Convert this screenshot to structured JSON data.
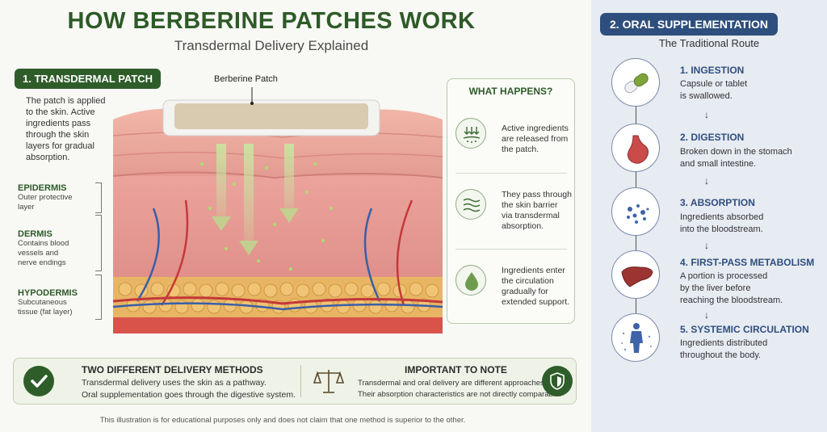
{
  "title": "HOW BERBERINE PATCHES WORK",
  "subtitle": "Transdermal Delivery Explained",
  "transdermal": {
    "badge": "1. TRANSDERMAL PATCH",
    "description": [
      "The patch is applied",
      "to the skin. Active",
      "ingredients pass",
      "through the skin",
      "layers for gradual",
      "absorption."
    ],
    "patch_label": "Berberine Patch",
    "layers": [
      {
        "name": "EPIDERMIS",
        "desc": [
          "Outer protective",
          "layer"
        ]
      },
      {
        "name": "DERMIS",
        "desc": [
          "Contains blood",
          "vessels and",
          "nerve endings"
        ]
      },
      {
        "name": "HYPODERMIS",
        "desc": [
          "Subcutaneous",
          "tissue (fat layer)"
        ]
      }
    ]
  },
  "what_happens": {
    "title": "WHAT HAPPENS?",
    "items": [
      {
        "icon": "release-arrows-icon",
        "text": [
          "Active ingredients",
          "are released from",
          "the patch."
        ]
      },
      {
        "icon": "skin-barrier-waves-icon",
        "text": [
          "They pass through",
          "the skin barrier",
          "via transdermal",
          "absorption."
        ]
      },
      {
        "icon": "drop-icon",
        "text": [
          "Ingredients enter",
          "the circulation",
          "gradually for",
          "extended support."
        ]
      }
    ]
  },
  "bottom": {
    "left_title": "TWO DIFFERENT DELIVERY METHODS",
    "left_lines": [
      "Transdermal delivery uses the skin as a pathway.",
      "Oral supplementation goes through the digestive system."
    ],
    "right_title": "IMPORTANT TO NOTE",
    "right_lines": [
      "Transdermal and oral delivery are different approaches.",
      "Their absorption characteristics are not directly comparable."
    ]
  },
  "disclaimer": "This illustration is for educational purposes only and does not claim that one method is superior to the other.",
  "oral": {
    "badge": "2. ORAL SUPPLEMENTATION",
    "subtitle": "The Traditional Route",
    "steps": [
      {
        "title": "1. INGESTION",
        "icon": "capsule-icon",
        "text": [
          "Capsule or tablet",
          "is swallowed."
        ]
      },
      {
        "title": "2. DIGESTION",
        "icon": "stomach-icon",
        "text": [
          "Broken down in the stomach",
          "and small intestine."
        ]
      },
      {
        "title": "3. ABSORPTION",
        "icon": "particles-icon",
        "text": [
          "Ingredients absorbed",
          "into the bloodstream."
        ]
      },
      {
        "title": "4. FIRST-PASS METABOLISM",
        "icon": "liver-icon",
        "text": [
          "A portion is processed",
          "by the liver before",
          "reaching the bloodstream."
        ]
      },
      {
        "title": "5. SYSTEMIC CIRCULATION",
        "icon": "human-body-icon",
        "text": [
          "Ingredients distributed",
          "throughout the body."
        ]
      }
    ]
  },
  "colors": {
    "green": "#2f5d2a",
    "blue": "#2e4f7d",
    "skin": "#e9a09a",
    "fat": "#e7b563"
  }
}
